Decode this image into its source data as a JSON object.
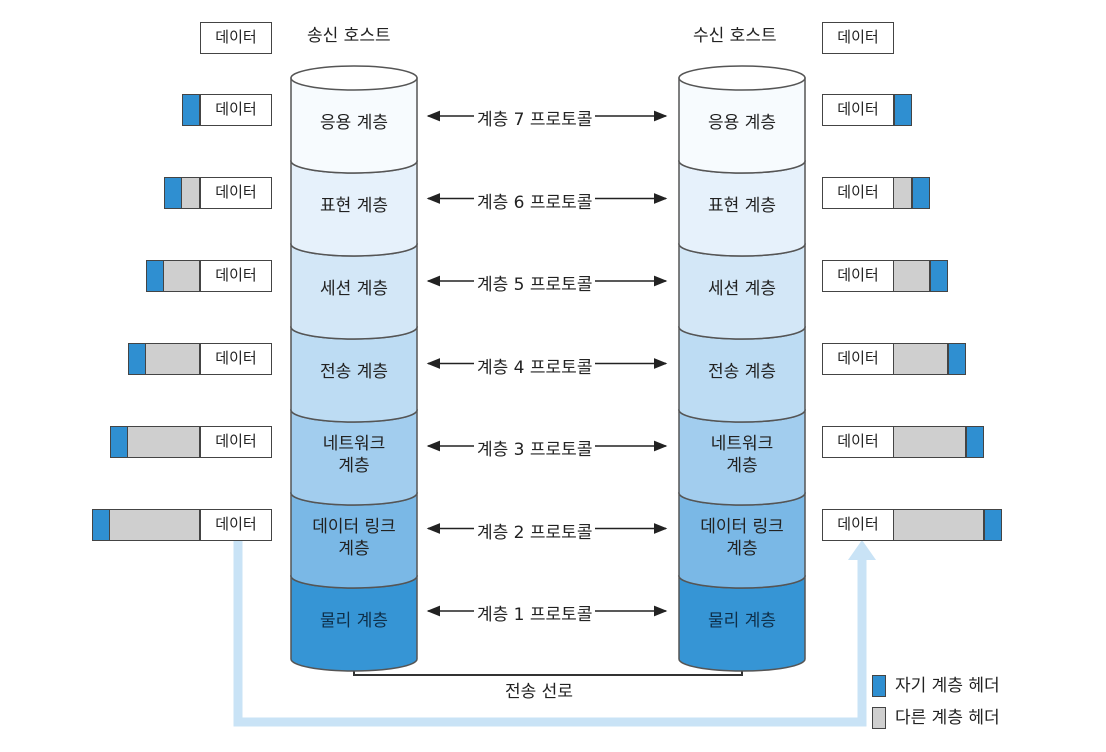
{
  "data_label": "데이터",
  "sender": {
    "title": "송신 호스트",
    "layers": [
      "응용 계층",
      "표현 계층",
      "세션 계층",
      "전송 계층",
      "네트워크\n계층",
      "데이터 링크\n계층",
      "물리 계층"
    ]
  },
  "receiver": {
    "title": "수신 호스트",
    "layers": [
      "응용 계층",
      "표현 계층",
      "세션 계층",
      "전송 계층",
      "네트워크\n계층",
      "데이터 링크\n계층",
      "물리 계층"
    ]
  },
  "protocols": [
    "계층 7 프로토콜",
    "계층 6 프로토콜",
    "계층 5 프로토콜",
    "계층 4 프로토콜",
    "계층 3 프로토콜",
    "계층 2 프로토콜",
    "계층 1 프로토콜"
  ],
  "transmission_path": "전송 선로",
  "legend": {
    "own_header": "자기 계층 헤더",
    "other_header": "다른 계층 헤더"
  },
  "colors": {
    "own_header": "#2f8fd1",
    "other_header": "#cfcfcf",
    "flow_arrow": "#c9e3f6",
    "layer_fills": [
      "#f7fbfe",
      "#e6f1fb",
      "#d3e7f7",
      "#bddcf3",
      "#a2cdee",
      "#7ab8e6",
      "#3695d5"
    ]
  }
}
